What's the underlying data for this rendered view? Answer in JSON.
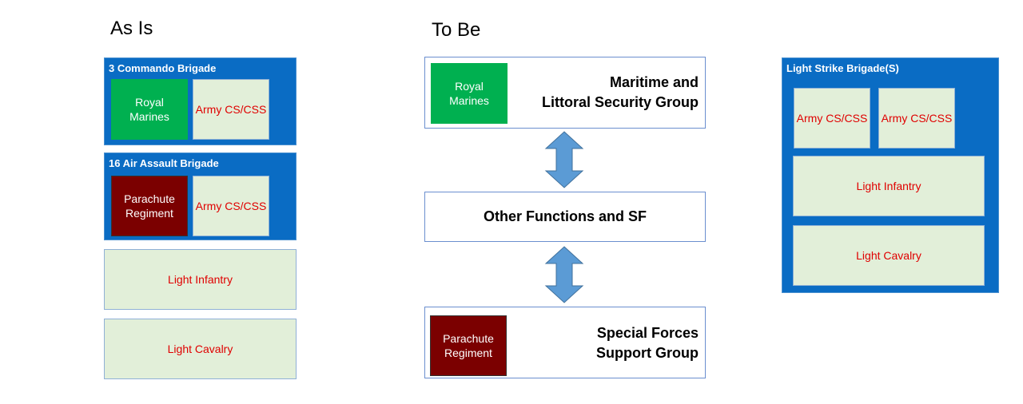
{
  "as_is": {
    "heading": "As Is",
    "commando": {
      "title": "3 Commando Brigade",
      "unit": "Royal\nMarines",
      "support": "Army CS/CSS"
    },
    "air_assault": {
      "title": "16 Air Assault Brigade",
      "unit": "Parachute\nRegiment",
      "support": "Army CS/CSS"
    },
    "light_infantry": "Light Infantry",
    "light_cavalry": "Light Cavalry"
  },
  "to_be": {
    "heading": "To Be",
    "maritime": {
      "unit": "Royal\nMarines",
      "label": "Maritime and\nLittoral Security Group"
    },
    "other": {
      "label": "Other Functions and SF"
    },
    "special": {
      "unit": "Parachute\nRegiment",
      "label": "Special Forces\nSupport Group"
    }
  },
  "light_strike": {
    "title": "Light Strike Brigade(S)",
    "support_1": "Army CS/CSS",
    "support_2": "Army CS/CSS",
    "light_infantry": "Light Infantry",
    "light_cavalry": "Light Cavalry"
  },
  "colors": {
    "brigade_blue": "#0a6cc4",
    "royal_marines_green": "#00b050",
    "parachute_maroon": "#7b0000",
    "pale_green": "#e2efd9",
    "text_red": "#e00000",
    "arrow_blue": "#5b9bd5"
  }
}
